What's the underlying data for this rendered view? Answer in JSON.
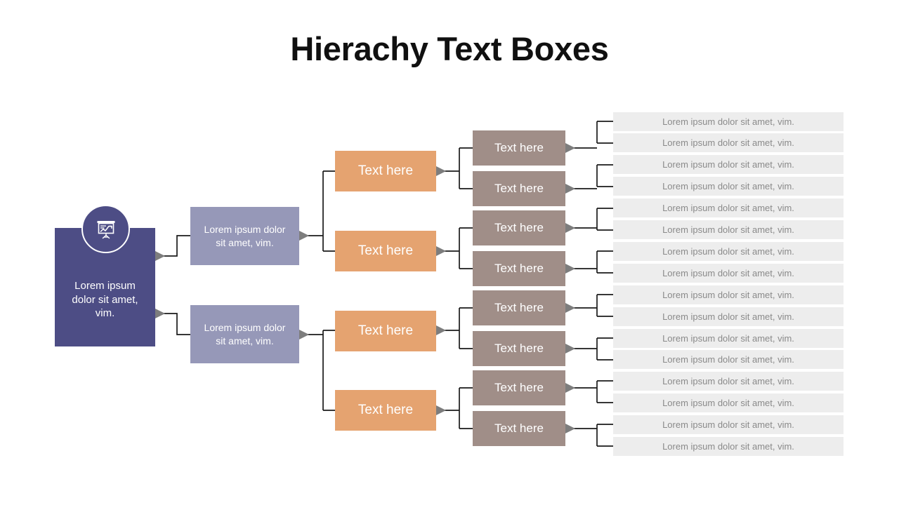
{
  "title": "Hierachy Text Boxes",
  "colors": {
    "root": "#4d4d85",
    "level2": "#9698b8",
    "level3": "#e5a370",
    "level4": "#a08e88",
    "row": "#ededed",
    "row_text": "#8a8a8a",
    "connector": "#1a1a1a",
    "arrow": "#7d7d7d",
    "title_text": "#101010",
    "background": "#ffffff"
  },
  "root": {
    "icon": "presentation-chart-icon",
    "label": "Lorem ipsum dolor sit amet, vim."
  },
  "level2": [
    {
      "label": "Lorem ipsum dolor sit amet, vim."
    },
    {
      "label": "Lorem ipsum dolor sit amet, vim."
    }
  ],
  "level3": [
    {
      "label": "Text here"
    },
    {
      "label": "Text here"
    },
    {
      "label": "Text here"
    },
    {
      "label": "Text here"
    }
  ],
  "level4": [
    {
      "label": "Text here"
    },
    {
      "label": "Text here"
    },
    {
      "label": "Text here"
    },
    {
      "label": "Text here"
    },
    {
      "label": "Text here"
    },
    {
      "label": "Text here"
    },
    {
      "label": "Text here"
    },
    {
      "label": "Text here"
    }
  ],
  "rows": [
    {
      "label": "Lorem ipsum dolor sit amet, vim."
    },
    {
      "label": "Lorem ipsum dolor sit amet, vim."
    },
    {
      "label": "Lorem ipsum dolor sit amet, vim."
    },
    {
      "label": "Lorem ipsum dolor sit amet, vim."
    },
    {
      "label": "Lorem ipsum dolor sit amet, vim."
    },
    {
      "label": "Lorem ipsum dolor sit amet, vim."
    },
    {
      "label": "Lorem ipsum dolor sit amet, vim."
    },
    {
      "label": "Lorem ipsum dolor sit amet, vim."
    },
    {
      "label": "Lorem ipsum dolor sit amet, vim."
    },
    {
      "label": "Lorem ipsum dolor sit amet, vim."
    },
    {
      "label": "Lorem ipsum dolor sit amet, vim."
    },
    {
      "label": "Lorem ipsum dolor sit amet, vim."
    },
    {
      "label": "Lorem ipsum dolor sit amet, vim."
    },
    {
      "label": "Lorem ipsum dolor sit amet, vim."
    },
    {
      "label": "Lorem ipsum dolor sit amet, vim."
    },
    {
      "label": "Lorem ipsum dolor sit amet, vim."
    }
  ]
}
